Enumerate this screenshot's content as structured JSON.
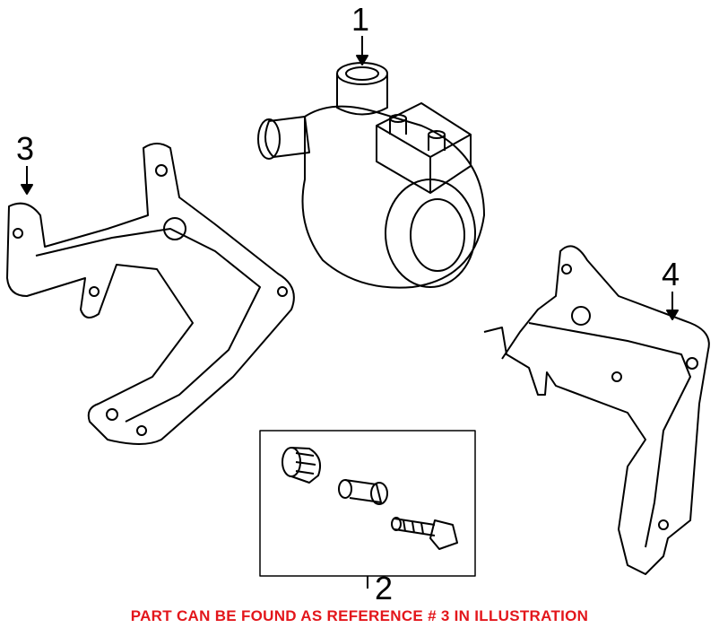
{
  "callouts": {
    "c1": "1",
    "c2": "2",
    "c3": "3",
    "c4": "4"
  },
  "note": "PART CAN BE FOUND AS REFERENCE # 3 IN ILLUSTRATION",
  "colors": {
    "note": "#e3161b",
    "line": "#000000"
  }
}
